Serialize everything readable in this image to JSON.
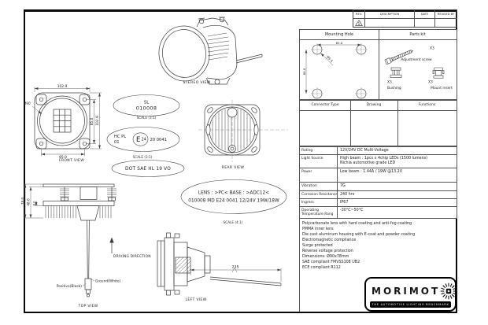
{
  "revision_table": {
    "col_rev": "REV.",
    "col_description": "DESCRIPTION",
    "col_date": "DATE",
    "col_revised": "REVISED BY",
    "rev_mark": "1"
  },
  "views": {
    "stereo_label": "STEREO VIEW",
    "front_label": "FRONT VIEW",
    "rear_label": "REAR VIEW",
    "top_label": "TOP VIEW",
    "left_label": "LEFT VIEW",
    "front_dims": {
      "overall_width": "102.9",
      "bolt_spacing_h": "85.0",
      "bolt_spacing_v": "85.0",
      "overall_height": "102.9",
      "lens_dia": "Ø90"
    },
    "top_dims": {
      "overall_depth": "78.0",
      "body_depth": "48.0",
      "flange_depth": "8.0"
    },
    "left_dims": {
      "wire_length": "235"
    },
    "wire_labels": {
      "positive": "Positive(Black)",
      "ground": "Ground(White)"
    },
    "driving_direction": "DRIVING DIRECTION"
  },
  "markings": {
    "sl": {
      "line1": "SL",
      "line2": "010008",
      "scale": "SCALE (3:1)"
    },
    "emark": {
      "code1": "HC PL",
      "code2": "01",
      "e_letter": "E",
      "e_digits": "24",
      "suffix": "20 0041",
      "scale": "SCALE (3:1)"
    },
    "dot": {
      "text": "DOT SAE HL 19 VO"
    },
    "lens": {
      "line1": "LENS : >PC<   BASE : >ADC12<",
      "line2": "010008   MD E24 0041   12/24V  19W/18W",
      "scale": "SCALE (4:1)"
    }
  },
  "mounting_hole": {
    "title": "Mounting Hole",
    "dim_h": "85.0",
    "dim_v": "85.0",
    "hole_dia": "Ø5.5"
  },
  "parts_kit": {
    "title": "Parts kit",
    "screw_qty": "X3",
    "screw_label": "Adjustment screw",
    "bushing_qty": "X3",
    "bushing_label": "Bushing",
    "insert_qty": "X3",
    "insert_label": "Mount insert"
  },
  "connector_table": {
    "col_type": "Connector Type",
    "col_drawing": "Drawing",
    "col_functions": "Functions"
  },
  "specs": {
    "rows": [
      {
        "label": "Rating",
        "value": "12V/24V DC Multi-Voltage",
        "value2": ""
      },
      {
        "label": "Light Source",
        "value": "High beam : 1pcs x 4chip LEDs (1500 lumens)",
        "value2": "Nichia automotive grade LED"
      },
      {
        "label": "Power",
        "value": "Low beam : 1.44A / 19W @13.2V",
        "value2": ""
      },
      {
        "label": "Vibration",
        "value": "7G",
        "value2": ""
      },
      {
        "label": "Corrosion Resistance",
        "value": "240 hrs",
        "value2": ""
      },
      {
        "label": "Ingress",
        "value": "IP67",
        "value2": ""
      },
      {
        "label": "Operating Temperature Rang",
        "value": "-30°C~50°C",
        "value2": ""
      }
    ]
  },
  "notes": [
    "Polycarbonate lens with hard coating and anti-fog coating",
    "PMMA inner lens",
    "Die cast aluminum housing with E-coat and powder coating",
    "Electromagnetic compliance",
    "Surge protected",
    "Reverse voltage protection",
    "Dimensions: Ø90x78mm",
    "SAE compliant FMVSS108 UB2",
    "ECE compliant R112"
  ],
  "logo": {
    "letters": "MORIMOT",
    "tagline": "THE AUTOMOTIVE LIGHTING BENCHMARK"
  }
}
